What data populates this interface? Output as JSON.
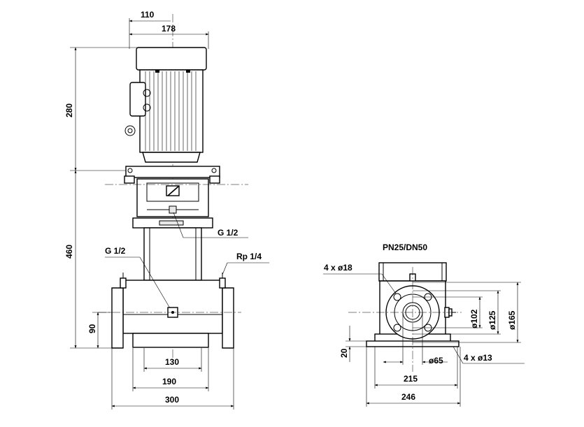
{
  "colors": {
    "line": "#000000",
    "background": "#ffffff",
    "fill_light": "#e8e8e8"
  },
  "front_view": {
    "dims": {
      "motor_offset": "110",
      "motor_width": "178",
      "motor_height": "280",
      "pump_height": "460",
      "inlet_height": "90",
      "foot_inner": "130",
      "foot_outer": "190",
      "overall_width": "300"
    },
    "callouts": {
      "drain_upper": "G 1/2",
      "drain_lower": "G 1/2",
      "vent_plug": "Rp 1/4"
    }
  },
  "flange_view": {
    "title": "PN25/DN50",
    "dims": {
      "bolt_holes": "4 x ø18",
      "d102": "ø102",
      "d125": "ø125",
      "d165": "ø165",
      "base_height": "20",
      "bore": "ø65",
      "foot_holes": "4 x ø13",
      "foot_span": "215",
      "base_width": "246"
    }
  }
}
